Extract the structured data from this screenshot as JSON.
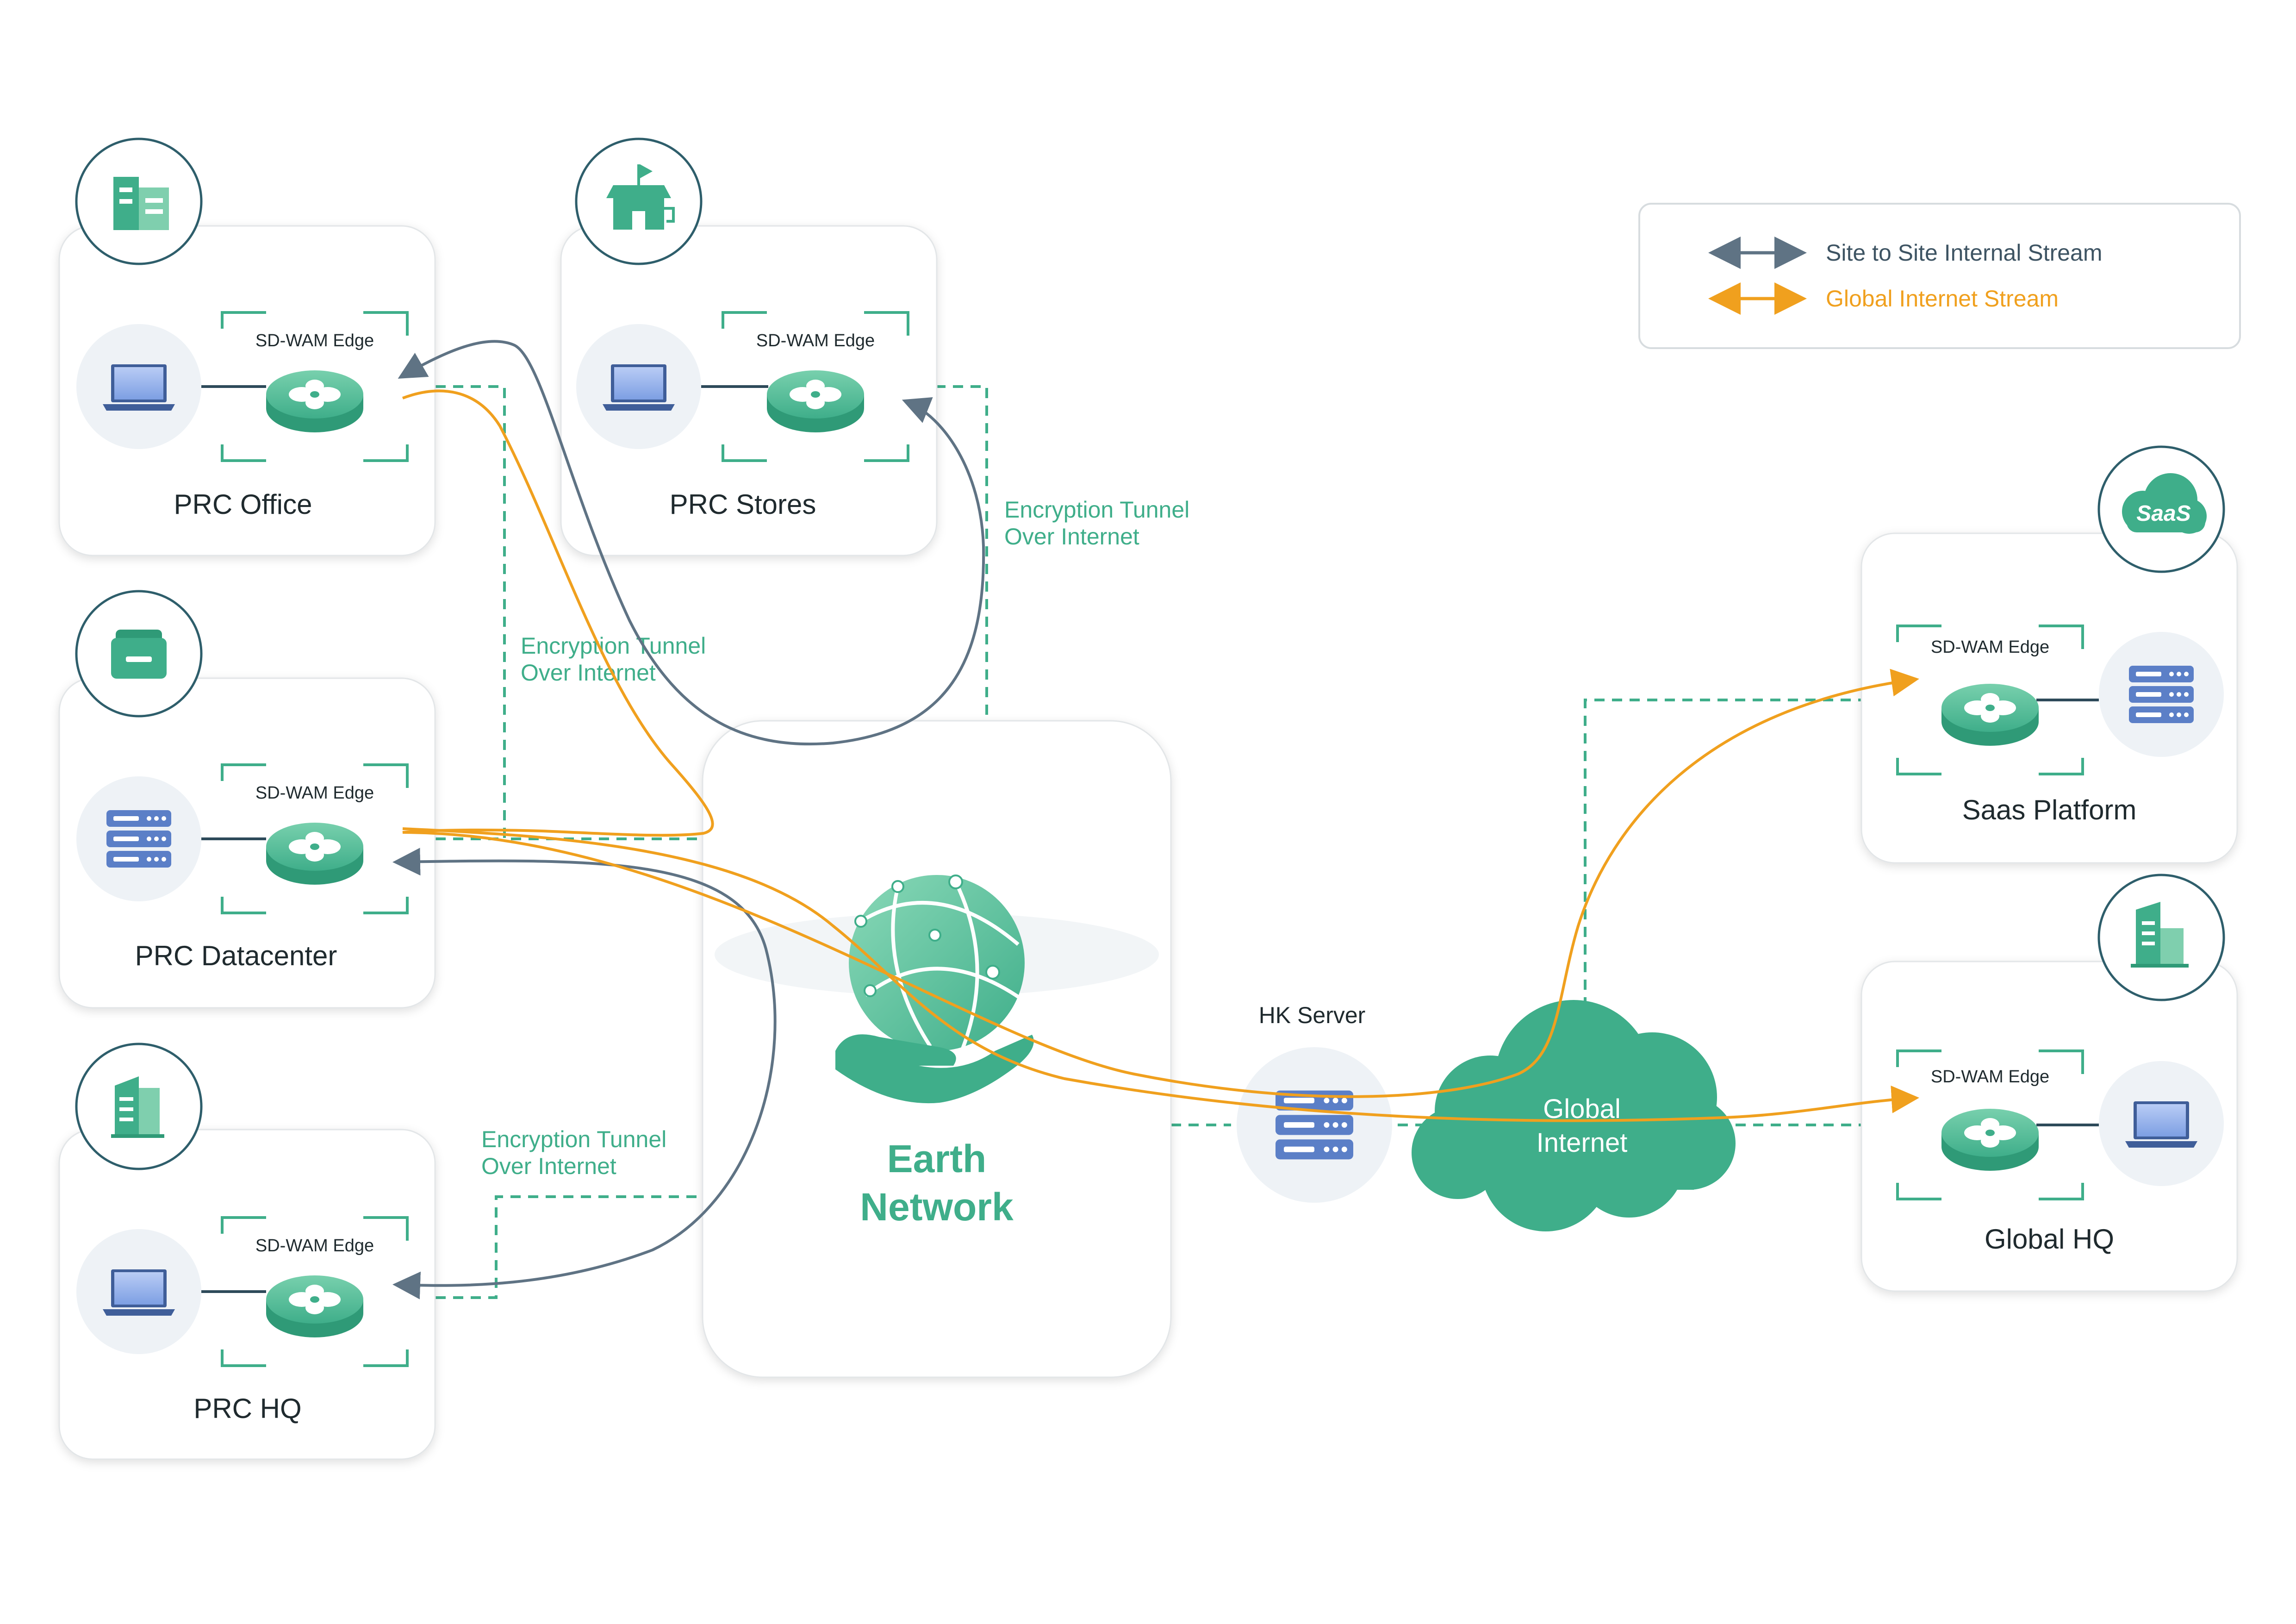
{
  "colors": {
    "accent_green": "#3fae8a",
    "internal_stream": "#5f7384",
    "internet_stream": "#f0a01e",
    "server_blue": "#5b7fc7",
    "card_border": "#e3e6e8"
  },
  "legend": {
    "internal_label": "Site to Site Internal Stream",
    "internet_label": "Global Internet Stream"
  },
  "sites": {
    "prc_office": {
      "title": "PRC Office",
      "edge_label": "SD-WAM Edge",
      "icon": "office-building-icon",
      "device": "laptop-icon"
    },
    "prc_stores": {
      "title": "PRC Stores",
      "edge_label": "SD-WAM Edge",
      "icon": "store-icon",
      "device": "laptop-icon"
    },
    "prc_datacenter": {
      "title": "PRC Datacenter",
      "edge_label": "SD-WAM Edge",
      "icon": "datacenter-icon",
      "device": "server-rack-icon"
    },
    "prc_hq": {
      "title": "PRC HQ",
      "edge_label": "SD-WAM Edge",
      "icon": "headquarters-building-icon",
      "device": "laptop-icon"
    },
    "saas_platform": {
      "title": "Saas Platform",
      "edge_label": "SD-WAM Edge",
      "icon": "saas-cloud-icon",
      "icon_text": "SaaS",
      "device": "server-rack-icon"
    },
    "global_hq": {
      "title": "Global HQ",
      "edge_label": "SD-WAM Edge",
      "icon": "global-hq-building-icon",
      "device": "laptop-icon"
    }
  },
  "tunnels": {
    "stores": {
      "line1": "Encryption Tunnel",
      "line2": "Over Internet"
    },
    "office": {
      "line1": "Encryption Tunnel",
      "line2": "Over Internet"
    },
    "hq": {
      "line1": "Encryption Tunnel",
      "line2": "Over Internet"
    }
  },
  "earth_network": {
    "line1": "Earth",
    "line2": "Network",
    "icon": "globe-in-hand-icon"
  },
  "hk_server": {
    "label": "HK Server",
    "icon": "server-rack-icon"
  },
  "global_internet": {
    "line1": "Global",
    "line2": "Internet",
    "icon": "cloud-icon"
  }
}
